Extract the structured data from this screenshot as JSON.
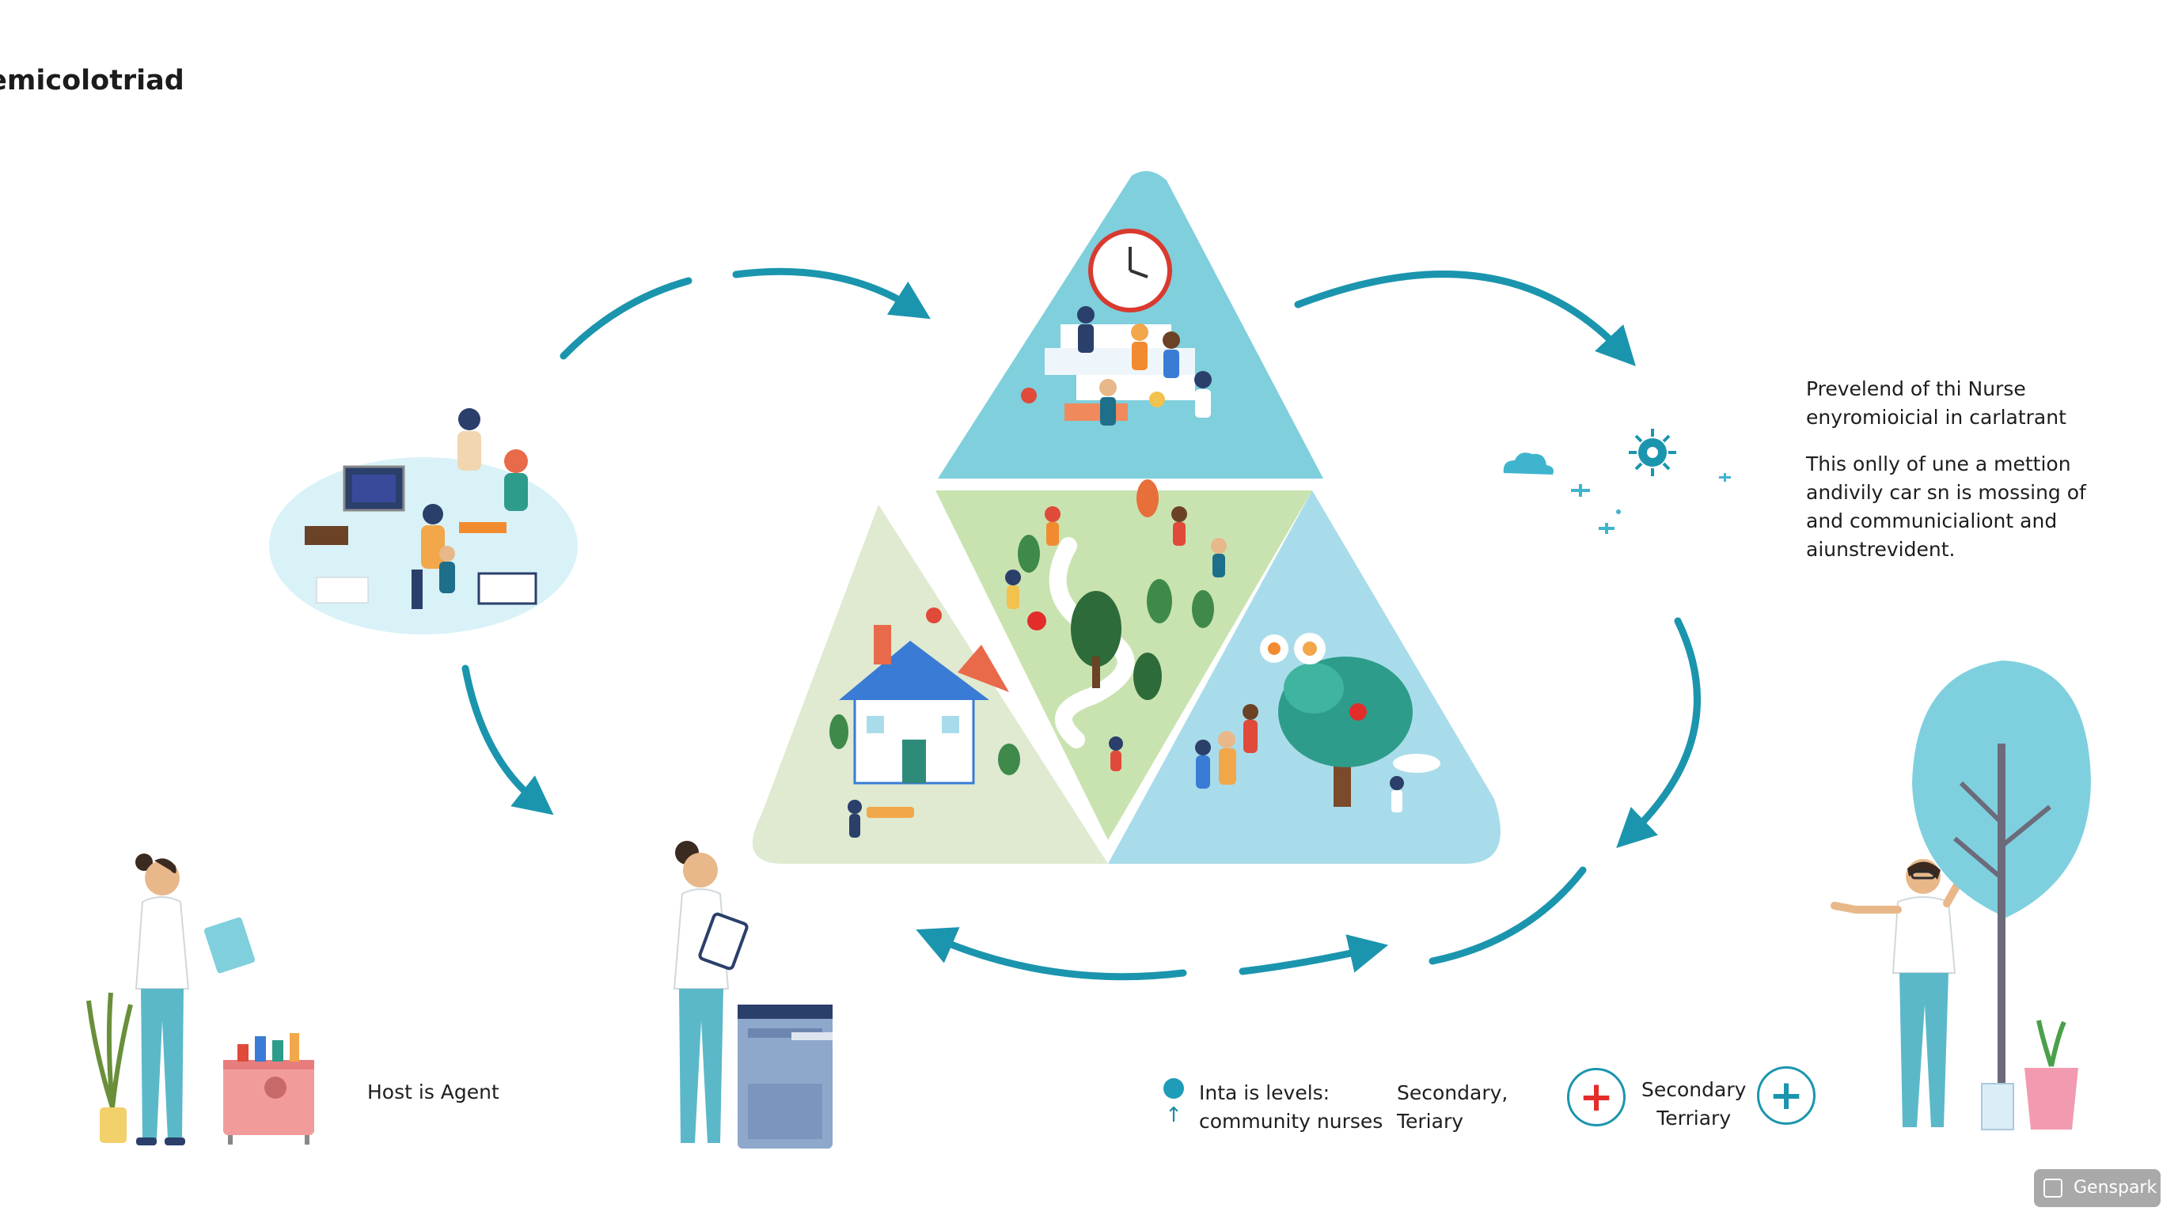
{
  "title": "Epidemicolotriad",
  "side_panel": {
    "heading_line1": "Prevelend of thi Nurse",
    "heading_line2": "enyromioicial in carlatrant",
    "body_line1": "This onlly of une a mettion",
    "body_line2": "andivily car sn is mossing of",
    "body_line3": "and communicialiont and",
    "body_line4": "aiunstrevident."
  },
  "left_caption": "Host is Agent",
  "legend": {
    "line1a": "Inta is levels:",
    "line1b": "community nurses",
    "line2a": "Secondary,",
    "line2b": "Teriary",
    "line3a": "Secondary",
    "line3b": "Terriary",
    "cross_symbol": "+"
  },
  "watermark": "Genspark",
  "colors": {
    "arrow": "#1b95ae",
    "triangle_top": "#7fcfdc",
    "triangle_left": "#dfead0",
    "triangle_center": "#c9e3b0",
    "triangle_right": "#a9dcea",
    "accent_red": "#e32d2a"
  }
}
